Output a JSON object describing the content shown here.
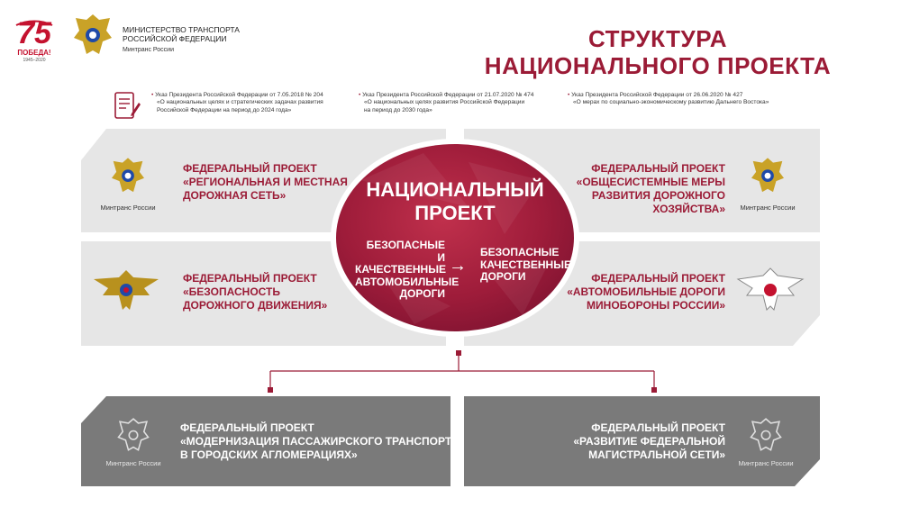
{
  "header": {
    "logo_75_label": "75",
    "logo_victory": "ПОБЕДА!",
    "logo_years": "1945–2020",
    "ministry_line1": "МИНИСТЕРСТВО ТРАНСПОРТА",
    "ministry_line2": "РОССИЙСКОЙ ФЕДЕРАЦИИ",
    "ministry_short": "Минтранс России",
    "title_line1": "СТРУКТУРА",
    "title_line2": "НАЦИОНАЛЬНОГО ПРОЕКТА"
  },
  "decrees": [
    {
      "line1": "Указ Президента Российской Федерации от 7.05.2018 № 204",
      "line2": "«О национальных целях и стратегических задачах развития",
      "line3": "Российской Федерации на период до 2024 года»"
    },
    {
      "line1": "Указ Президента Российской Федерации от 21.07.2020 № 474",
      "line2": "«О национальных целях развития Российской Федерации",
      "line3": "на период до 2030 года»"
    },
    {
      "line1": "Указ Президента Российской Федерации от 26.06.2020 № 427",
      "line2": "«О мерах по социально-экономическому развитию Дальнего Востока»",
      "line3": ""
    }
  ],
  "center": {
    "title_line1": "НАЦИОНАЛЬНЫЙ",
    "title_line2": "ПРОЕКТ",
    "left_line1": "БЕЗОПАСНЫЕ",
    "left_line2": "И КАЧЕСТВЕННЫЕ",
    "left_line3": "АВТОМОБИЛЬНЫЕ",
    "left_line4": "ДОРОГИ",
    "arrow": "→",
    "right_line1": "БЕЗОПАСНЫЕ",
    "right_line2": "КАЧЕСТВЕННЫЕ",
    "right_line3": "ДОРОГИ"
  },
  "projects": {
    "top_left": {
      "line1": "ФЕДЕРАЛЬНЫЙ ПРОЕКТ",
      "line2": "«РЕГИОНАЛЬНАЯ И МЕСТНАЯ",
      "line3": "ДОРОЖНАЯ СЕТЬ»",
      "emblem_label": "Минтранс России"
    },
    "top_right": {
      "line1": "ФЕДЕРАЛЬНЫЙ ПРОЕКТ",
      "line2": "«ОБЩЕСИСТЕМНЫЕ МЕРЫ",
      "line3": "РАЗВИТИЯ ДОРОЖНОГО",
      "line4": "ХОЗЯЙСТВА»",
      "emblem_label": "Минтранс России"
    },
    "mid_left": {
      "line1": "ФЕДЕРАЛЬНЫЙ ПРОЕКТ",
      "line2": "«БЕЗОПАСНОСТЬ",
      "line3": "ДОРОЖНОГО ДВИЖЕНИЯ»"
    },
    "mid_right": {
      "line1": "ФЕДЕРАЛЬНЫЙ ПРОЕКТ",
      "line2": "«АВТОМОБИЛЬНЫЕ ДОРОГИ",
      "line3": "МИНОБОРОНЫ РОССИИ»"
    },
    "bottom_left": {
      "line1": "ФЕДЕРАЛЬНЫЙ ПРОЕКТ",
      "line2": "«МОДЕРНИЗАЦИЯ ПАССАЖИРСКОГО ТРАНСПОРТА",
      "line3": "В ГОРОДСКИХ АГЛОМЕРАЦИЯХ»",
      "emblem_label": "Минтранс России"
    },
    "bottom_right": {
      "line1": "ФЕДЕРАЛЬНЫЙ ПРОЕКТ",
      "line2": "«РАЗВИТИЕ ФЕДЕРАЛЬНОЙ",
      "line3": "МАГИСТРАЛЬНОЙ СЕТИ»",
      "emblem_label": "Минтранс России"
    }
  },
  "colors": {
    "accent": "#9b1b36",
    "panel_light": "#e6e6e6",
    "panel_dark": "#7a7a7a"
  },
  "icons": [
    "victory-75-logo",
    "russian-eagle-emblem",
    "document-pen-icon",
    "police-emblem",
    "mod-emblem",
    "arrow-right-icon"
  ]
}
